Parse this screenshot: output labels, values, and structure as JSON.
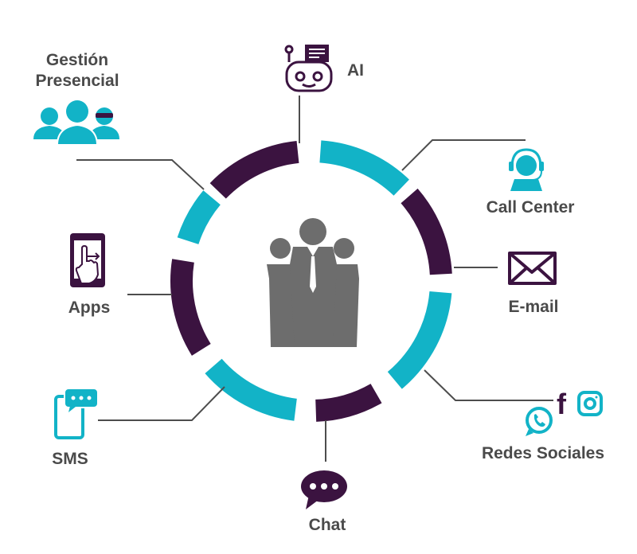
{
  "diagram": {
    "center_icon": "business-group-icon",
    "colors": {
      "purple": "#3b1340",
      "teal": "#12b3c7",
      "gray_icon": "#6d6d6d",
      "connector": "#4d4d4d",
      "label": "#4a4a4a"
    },
    "channels": {
      "ai": {
        "label": "AI",
        "icon": "robot-icon"
      },
      "call_center": {
        "label": "Call Center",
        "icon": "headset-agent-icon"
      },
      "email": {
        "label": "E-mail",
        "icon": "envelope-icon"
      },
      "redes_sociales": {
        "label": "Redes Sociales",
        "icon": "social-media-icon"
      },
      "chat": {
        "label": "Chat",
        "icon": "chat-bubble-icon"
      },
      "sms": {
        "label": "SMS",
        "icon": "phone-message-icon"
      },
      "apps": {
        "label": "Apps",
        "icon": "tablet-touch-icon"
      },
      "gestion_presencial": {
        "label_line1": "Gestión",
        "label_line2": "Presencial",
        "icon": "people-group-icon"
      }
    }
  }
}
